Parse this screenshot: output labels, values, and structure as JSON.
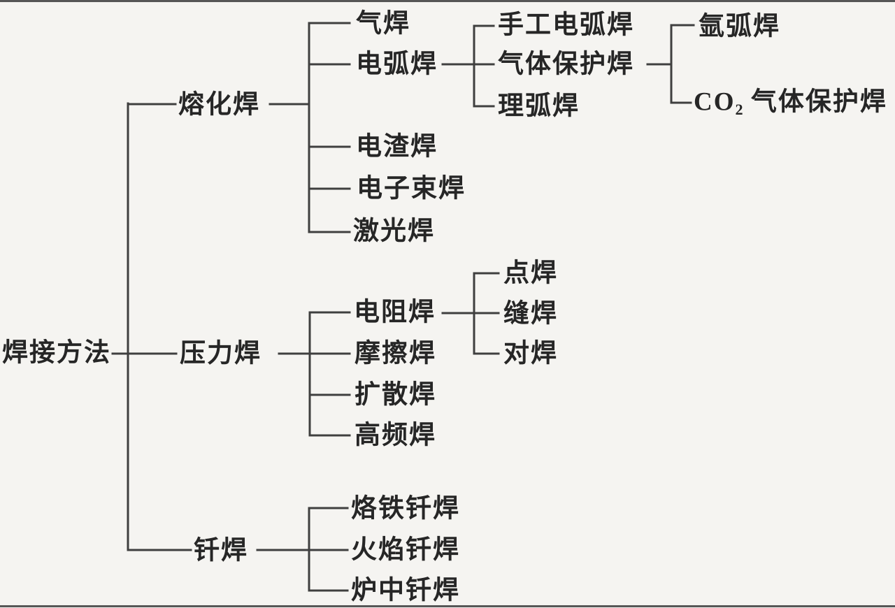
{
  "page": {
    "background": "#f5f4f1",
    "line_color": "#3f3f3f",
    "text_color": "#262626",
    "edge_strip_color": "#565656"
  },
  "labels": {
    "root": "焊接方法",
    "fusion": "熔化焊",
    "pressure": "压力焊",
    "brazing": "钎焊",
    "gas": "气焊",
    "arc": "电弧焊",
    "electroslag": "电渣焊",
    "electron_beam": "电子束焊",
    "laser": "激光焊",
    "manual_arc": "手工电弧焊",
    "gas_shielded": "气体保护焊",
    "submerged_arc": "理弧焊",
    "argon_arc": "氩弧焊",
    "co2_prefix": "CO",
    "co2_sub": "2",
    "co2_suffix": " 气体保护焊",
    "resistance": "电阻焊",
    "friction": "摩擦焊",
    "diffusion": "扩散焊",
    "high_freq": "高频焊",
    "spot": "点焊",
    "seam": "缝焊",
    "butt": "对焊",
    "soldering_iron": "烙铁钎焊",
    "flame": "火焰钎焊",
    "furnace": "炉中钎焊"
  },
  "hierarchy": {
    "label": "焊接方法",
    "children": [
      {
        "label": "熔化焊",
        "children": [
          {
            "label": "气焊"
          },
          {
            "label": "电弧焊",
            "children": [
              {
                "label": "手工电弧焊"
              },
              {
                "label": "气体保护焊",
                "children": [
                  {
                    "label": "氩弧焊"
                  },
                  {
                    "label": "CO2 气体保护焊"
                  }
                ]
              },
              {
                "label": "理弧焊"
              }
            ]
          },
          {
            "label": "电渣焊"
          },
          {
            "label": "电子束焊"
          },
          {
            "label": "激光焊"
          }
        ]
      },
      {
        "label": "压力焊",
        "children": [
          {
            "label": "电阻焊",
            "children": [
              {
                "label": "点焊"
              },
              {
                "label": "缝焊"
              },
              {
                "label": "对焊"
              }
            ]
          },
          {
            "label": "摩擦焊"
          },
          {
            "label": "扩散焊"
          },
          {
            "label": "高频焊"
          }
        ]
      },
      {
        "label": "钎焊",
        "children": [
          {
            "label": "烙铁钎焊"
          },
          {
            "label": "火焰钎焊"
          },
          {
            "label": "炉中钎焊"
          }
        ]
      }
    ]
  },
  "segments": [
    [
      161,
      506,
      183,
      506
    ],
    [
      183,
      148,
      183,
      787
    ],
    [
      183,
      149,
      251,
      149
    ],
    [
      386,
      149,
      442,
      149
    ],
    [
      442,
      33,
      442,
      332
    ],
    [
      442,
      33,
      500,
      33
    ],
    [
      442,
      92,
      500,
      92
    ],
    [
      442,
      210,
      500,
      210
    ],
    [
      442,
      270,
      500,
      270
    ],
    [
      442,
      332,
      500,
      332
    ],
    [
      633,
      92,
      678,
      92
    ],
    [
      678,
      37,
      678,
      152
    ],
    [
      678,
      37,
      706,
      37
    ],
    [
      678,
      92,
      706,
      92
    ],
    [
      678,
      152,
      706,
      152
    ],
    [
      926,
      92,
      960,
      92
    ],
    [
      960,
      36,
      960,
      147
    ],
    [
      960,
      36,
      992,
      36
    ],
    [
      960,
      147,
      988,
      147
    ],
    [
      183,
      506,
      252,
      506
    ],
    [
      399,
      506,
      443,
      506
    ],
    [
      443,
      447,
      443,
      623
    ],
    [
      443,
      447,
      500,
      447
    ],
    [
      443,
      506,
      500,
      506
    ],
    [
      443,
      565,
      500,
      565
    ],
    [
      443,
      623,
      500,
      623
    ],
    [
      633,
      448,
      678,
      448
    ],
    [
      678,
      391,
      678,
      506
    ],
    [
      678,
      391,
      713,
      391
    ],
    [
      678,
      448,
      713,
      448
    ],
    [
      678,
      506,
      713,
      506
    ],
    [
      183,
      787,
      273,
      787
    ],
    [
      368,
      787,
      442,
      787
    ],
    [
      442,
      727,
      442,
      845
    ],
    [
      442,
      727,
      497,
      727
    ],
    [
      442,
      787,
      497,
      787
    ],
    [
      442,
      845,
      497,
      845
    ]
  ]
}
